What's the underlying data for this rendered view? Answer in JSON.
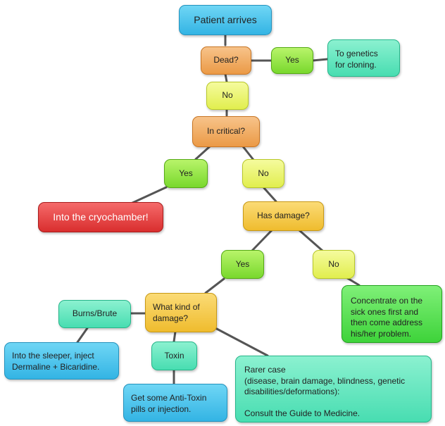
{
  "nodes": {
    "patient_arrives": "Patient arrives",
    "dead": "Dead?",
    "dead_yes": "Yes",
    "genetics": "To genetics\nfor cloning.",
    "dead_no": "No",
    "critical": "In critical?",
    "critical_yes": "Yes",
    "cryo": "Into the cryochamber!",
    "critical_no": "No",
    "has_damage": "Has damage?",
    "damage_yes": "Yes",
    "damage_no": "No",
    "concentrate": "Concentrate on the\nsick ones first and\nthen come address\nhis/her problem.",
    "what_kind": "What kind of\ndamage?",
    "burns": "Burns/Brute",
    "sleeper": "Into the sleeper, inject\nDermaline + Bicaridine.",
    "toxin": "Toxin",
    "antitoxin": "Get some Anti-Toxin\npills or injection.",
    "rarer": "Rarer case\n(disease, brain damage, blindness, genetic\ndisabilities/deformations):\n\nConsult the Guide to Medicine."
  },
  "colors": {
    "connector": "#555555",
    "start": "#33b4e4",
    "question": "#eb9a46",
    "yes": "#79d82d",
    "no": "#e1ee4e",
    "outcome": "#48ddb1",
    "alert": "#d92e2e",
    "damage_question": "#efbc2e",
    "deferred": "#3ed33a"
  }
}
